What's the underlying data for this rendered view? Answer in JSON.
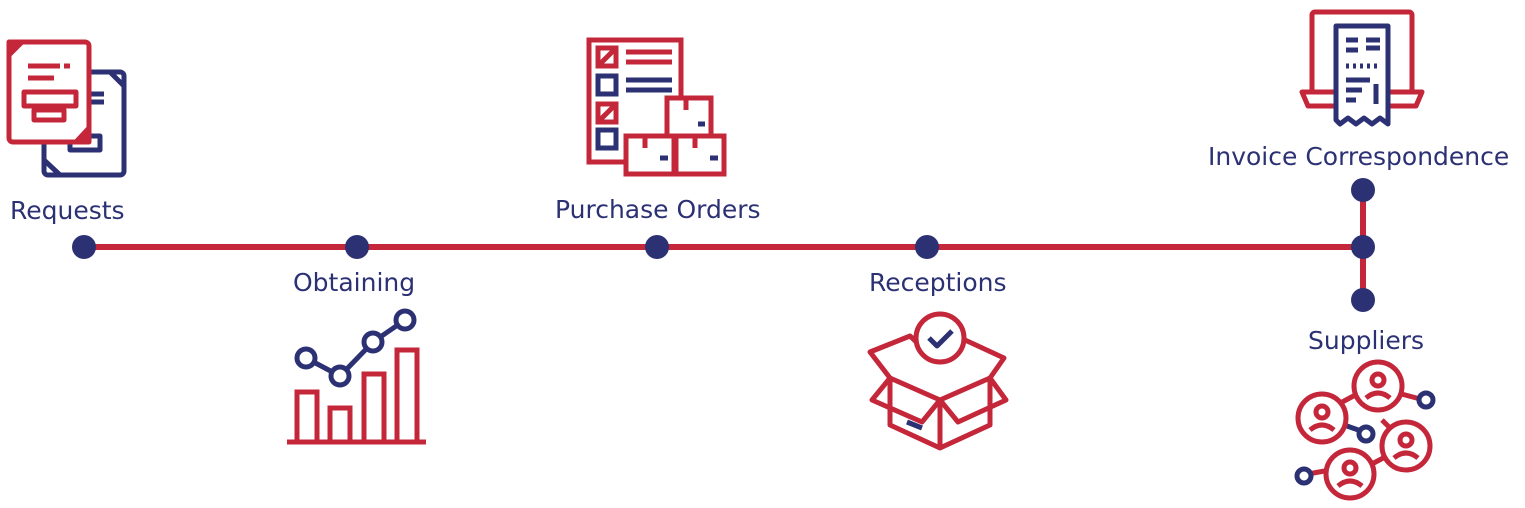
{
  "stages": [
    {
      "label": "Requests",
      "icon": "document-stack-icon"
    },
    {
      "label": "Obtaining",
      "icon": "bar-chart-trend-icon"
    },
    {
      "label": "Purchase Orders",
      "icon": "checklist-boxes-icon"
    },
    {
      "label": "Receptions",
      "icon": "open-box-check-icon"
    },
    {
      "label": "Invoice Correspondence",
      "icon": "laptop-receipt-icon"
    },
    {
      "label": "Suppliers",
      "icon": "supplier-network-icon"
    }
  ],
  "colors": {
    "line": "#c4273a",
    "node": "#2c3174",
    "text": "#2c3174",
    "icon_primary": "#c4273a",
    "icon_secondary": "#2c3174"
  }
}
